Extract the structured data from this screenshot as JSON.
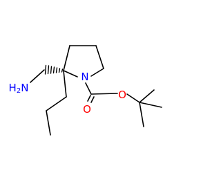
{
  "molecule": {
    "atom_labels": {
      "ring_nitrogen": "N",
      "amine": "H2N",
      "carbonyl_oxygen": "O",
      "ester_oxygen": "O"
    },
    "colors": {
      "bond": "#000000",
      "nitrogen": "#0000ff",
      "oxygen": "#ff0000",
      "background": "#ffffff"
    }
  }
}
